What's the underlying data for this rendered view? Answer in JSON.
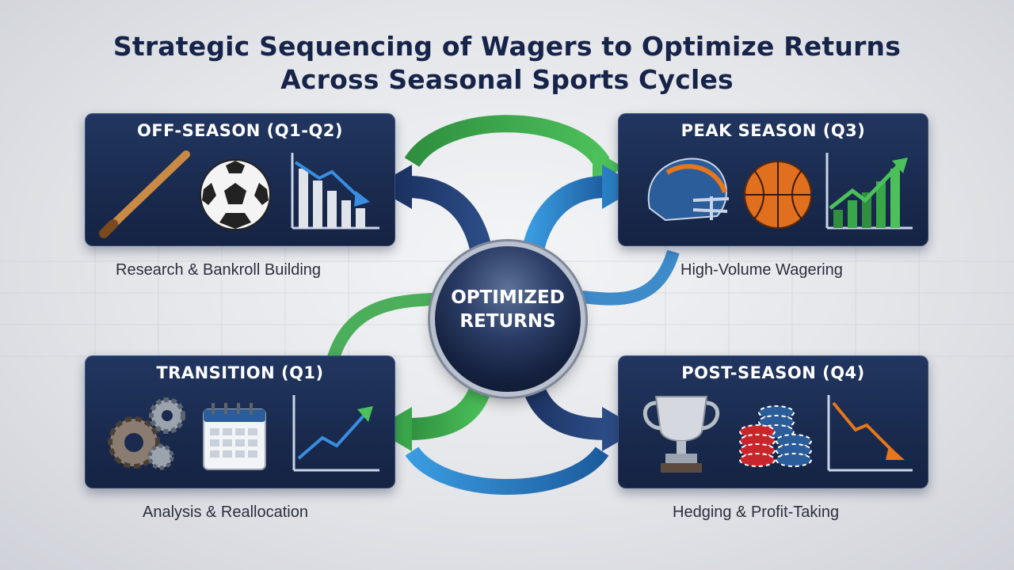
{
  "title": {
    "line1": "Strategic Sequencing of Wagers to Optimize Returns",
    "line2": "Across Seasonal Sports Cycles"
  },
  "center": {
    "line1": "OPTIMIZED",
    "line2": "RETURNS"
  },
  "panels": [
    {
      "title": "OFF-SEASON (Q1-Q2)",
      "caption": "Research & Bankroll Building",
      "icons": [
        "baseball-bat-icon",
        "soccer-ball-icon",
        "falling-bar-chart-icon"
      ]
    },
    {
      "title": "PEAK SEASON (Q3)",
      "caption": "High-Volume Wagering",
      "icons": [
        "football-helmet-icon",
        "basketball-icon",
        "rising-bar-chart-icon"
      ]
    },
    {
      "title": "TRANSITION (Q1)",
      "caption": "Analysis & Reallocation",
      "icons": [
        "gears-icon",
        "calendar-icon",
        "rising-line-chart-icon"
      ]
    },
    {
      "title": "POST-SEASON (Q4)",
      "caption": "Hedging & Profit-Taking",
      "icons": [
        "trophy-icon",
        "poker-chips-icon",
        "falling-line-chart-icon"
      ]
    }
  ],
  "colors": {
    "navy": "#1a2b4f",
    "green": "#3aa64a",
    "blue": "#2a7fc4",
    "orange": "#e8761c"
  }
}
